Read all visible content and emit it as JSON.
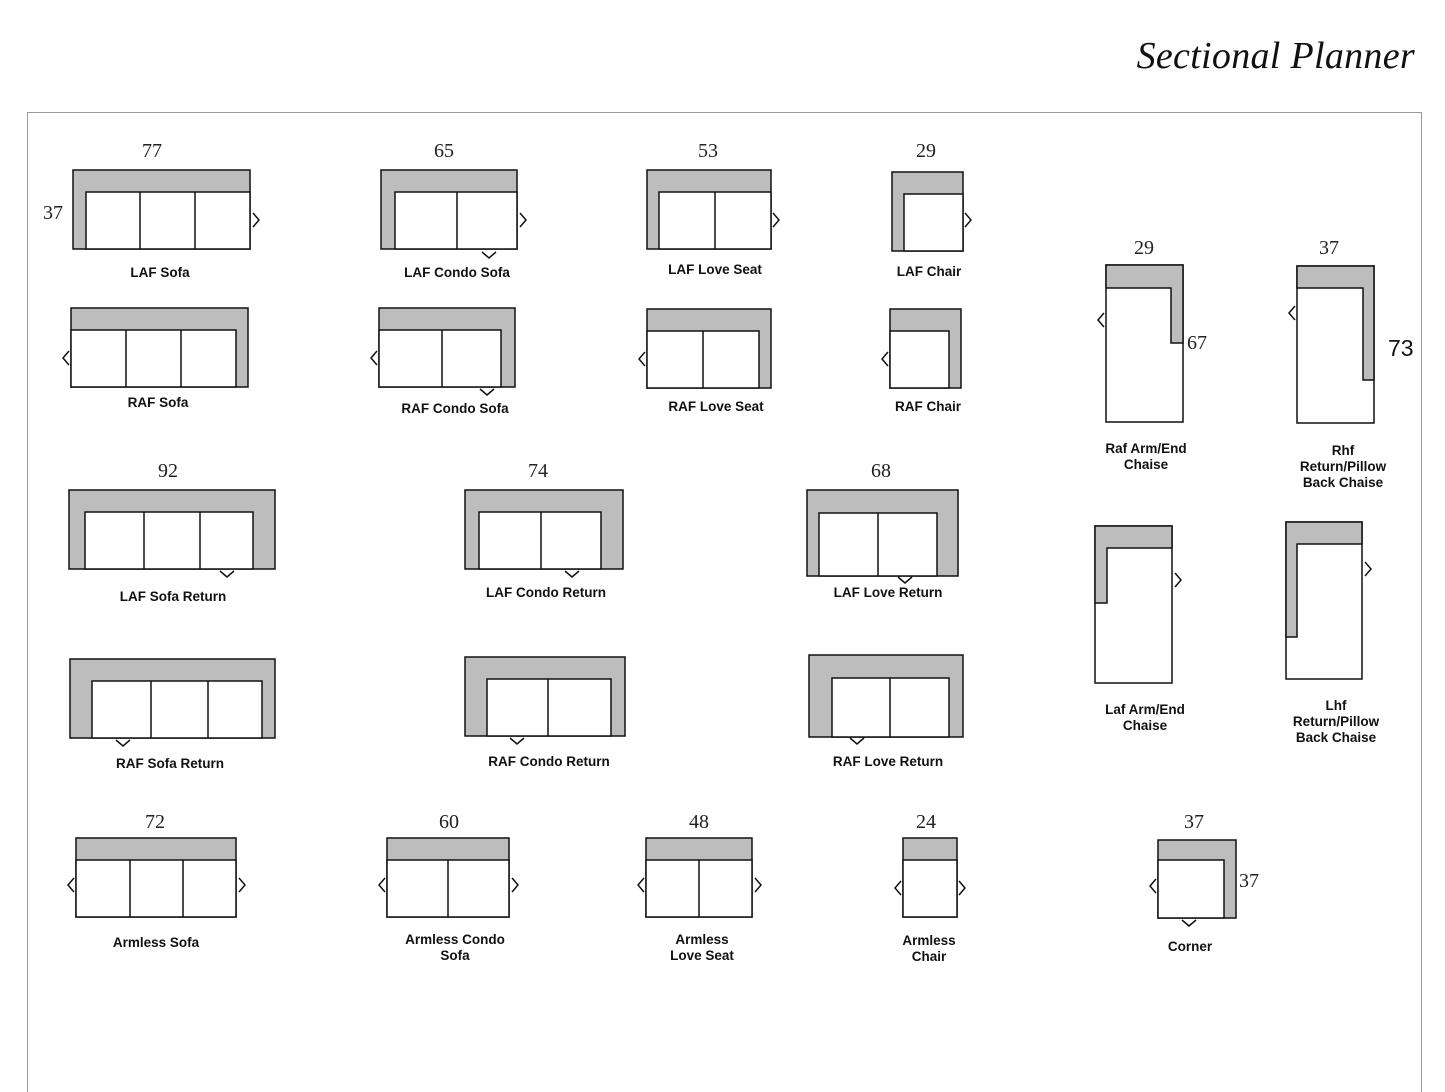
{
  "title": "Sectional Planner",
  "colors": {
    "arm_fill": "#bdbdbd",
    "outline": "#111111",
    "frame": "#9a9a9a"
  },
  "dimensions": {
    "laf_sofa_width": "77",
    "laf_sofa_depth": "37",
    "laf_condo_sofa_width": "65",
    "laf_love_seat_width": "53",
    "laf_chair_width": "29",
    "raf_chaise_width": "29",
    "raf_chaise_length": "67",
    "rhf_return_chaise_width": "37",
    "rhf_return_chaise_length": "73",
    "laf_sofa_return_width": "92",
    "laf_condo_return_width": "74",
    "laf_love_return_width": "68",
    "armless_sofa_width": "72",
    "armless_condo_sofa_width": "60",
    "armless_love_seat_width": "48",
    "armless_chair_width": "24",
    "corner_width": "37",
    "corner_depth": "37"
  },
  "labels": {
    "laf_sofa": "LAF  Sofa",
    "laf_condo_sofa": "LAF  Condo Sofa",
    "laf_love_seat": "LAF  Love Seat",
    "laf_chair": "LAF Chair",
    "raf_sofa": "RAF  Sofa",
    "raf_condo_sofa": "RAF Condo Sofa",
    "raf_love_seat": "RAF Love Seat",
    "raf_chair": "RAF Chair",
    "raf_arm_end_chaise": "Raf Arm/End\nChaise",
    "rhf_return_pillow_back_chaise": "Rhf Return/Pillow\nBack Chaise",
    "laf_sofa_return": "LAF Sofa Return",
    "laf_condo_return": "LAF Condo Return",
    "laf_love_return": "LAF Love Return",
    "laf_arm_end_chaise": "Laf Arm/End\nChaise",
    "lhf_return_pillow_back_chaise": "Lhf Return/Pillow\nBack Chaise",
    "raf_sofa_return": "RAF Sofa Return",
    "raf_condo_return": "RAF Condo Return",
    "raf_love_return": "RAF Love Return",
    "armless_sofa": "Armless Sofa",
    "armless_condo_sofa": "Armless Condo\nSofa",
    "armless_love_seat": "Armless\nLove Seat",
    "armless_chair": "Armless\nChair",
    "corner": "Corner"
  }
}
